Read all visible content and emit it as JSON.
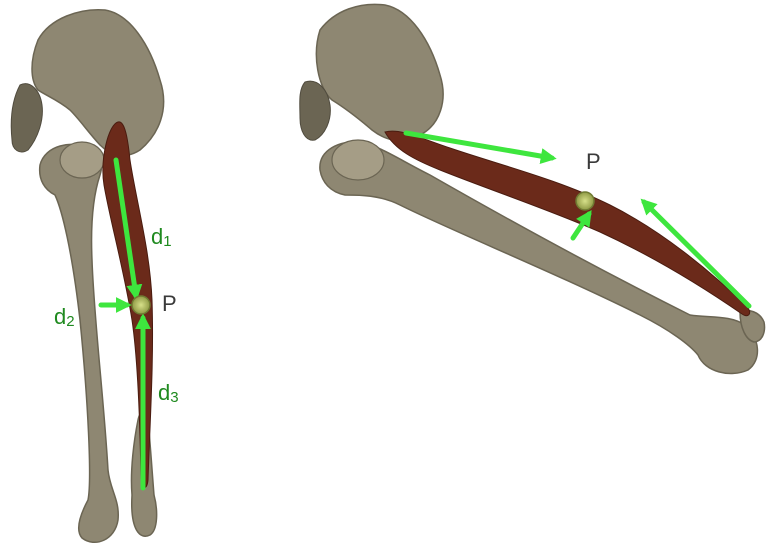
{
  "colors": {
    "bone": "#8e8772",
    "bone_light": "#a59d86",
    "bone_dark": "#6b6553",
    "muscle": "#6b2a1a",
    "muscle_light": "#8a3c25",
    "arrow": "#3ee63e",
    "point": "#b8c46a",
    "label_green": "#1f8a1f",
    "label_gray": "#3a3a3a"
  },
  "left_figure": {
    "point_label": "P",
    "d1": {
      "base": "d",
      "sub": "1"
    },
    "d2": {
      "base": "d",
      "sub": "2"
    },
    "d3": {
      "base": "d",
      "sub": "3"
    }
  },
  "right_figure": {
    "point_label": "P"
  }
}
